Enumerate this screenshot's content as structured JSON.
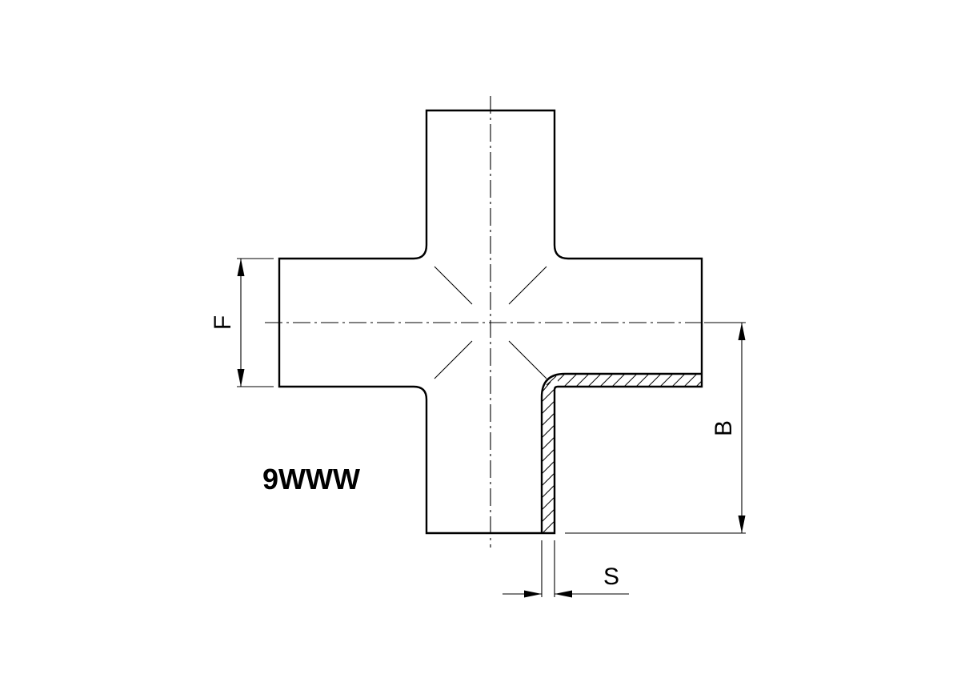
{
  "drawing": {
    "part_code": "9WWW",
    "dimensions": {
      "F": "F",
      "B": "B",
      "S": "S"
    }
  }
}
